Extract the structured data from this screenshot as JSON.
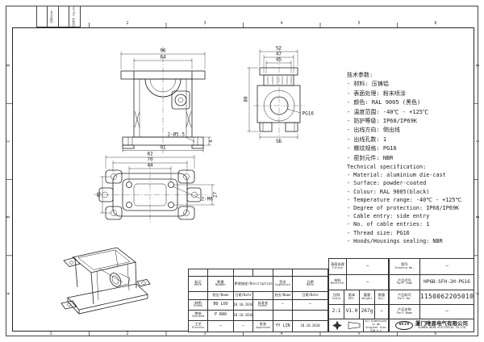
{
  "frame": {
    "zone_numbers": [
      "1",
      "2",
      "3",
      "4",
      "5",
      "6"
    ],
    "zone_letters": [
      "D",
      "C",
      "B",
      "A"
    ],
    "corner_cells": [
      "",
      "日期/Date",
      "",
      "更改单号 Chg.Doc"
    ]
  },
  "notes_cn": {
    "title": "技术参数:",
    "lines": [
      "- 材料: 压铸铝",
      "- 表面处理: 粉末喷涂",
      "- 颜色: RAL 9005 (黑色)",
      "- 温度范围: -40℃ - +125℃",
      "- 防护等级: IP68/IP69K",
      "- 出线方向: 侧出线",
      "- 出线孔数: 1",
      "- 螺纹规格: PG16",
      "- 密封元件: NBR"
    ]
  },
  "notes_en": {
    "title": "Technical specification:",
    "lines": [
      "- Material: aluminium die-cast",
      "- Surface: powder-coated",
      "- Colour: RAL 9005(black)",
      "- Temperature range: -40℃ - +125℃",
      "- Degree of protection: IP68/IP69K",
      "- Cable entry: side entry",
      "- No. of cable entries: 1",
      "- Thread size: PG16",
      "- Hoods/Housings sealing: NBR"
    ]
  },
  "dims": {
    "front": {
      "w_outer": "96",
      "w_inner": "64",
      "holes": "2-Ø5.5",
      "w_base": "91",
      "h_base": "8"
    },
    "side": {
      "w1": "52",
      "w2": "47",
      "w3": "45",
      "h": "80",
      "w_base": "56",
      "thread": "PG16"
    },
    "top": {
      "w_outer": "82",
      "w_mid": "70",
      "w_screws": "44",
      "h_left": "45",
      "h_right": "27",
      "screws": "2-M6"
    }
  },
  "titleblock": {
    "header": {
      "mark": "标记",
      "mark_en": "Mark",
      "number": "数量",
      "number_en": "Number",
      "description": "更改描述/Description",
      "signature": "签名",
      "signature_en": "Signature",
      "date": "日期",
      "date_en": "Date",
      "name_sub": "姓名/Name",
      "date_sub": "日期/Date"
    },
    "rows": {
      "drawn": "制图",
      "drawn_en": "Drawn",
      "drawn_name": "BQ LUO",
      "drawn_date": "18.10.2010",
      "checked": "审核",
      "checked_en": "Checked",
      "checked_name": "P RAO",
      "checked_date": "18.10.2010",
      "process": "工艺",
      "process_en": "Process",
      "process_name": "–",
      "process_date": "–",
      "stand": "标准化",
      "stand_en": "Stand.",
      "stand_name": "–",
      "stand_date": "–",
      "approved": "批准",
      "approved_en": "Approved",
      "approved_name": "YY LIN",
      "approved_date": "18.10.2010"
    },
    "finish": "表面处理",
    "finish_en": "Finish",
    "finish_value": "–",
    "material": "材料",
    "material_en": "Material",
    "material_value": "–",
    "scale": "比例",
    "scale_en": "Scale",
    "scale_value": "2:1",
    "rev": "版本",
    "rev_en": "REV.",
    "rev_value": "V1.0",
    "weight": "重量",
    "weight_en": "Weight",
    "weight_value": "267g",
    "qty": "数量",
    "qty_en": "Qty.",
    "qty_value": "–",
    "dims_note1": "All Dimensions in mm",
    "dims_note2": "Original Size DIN A 4",
    "drawingno": "图号",
    "drawingno_en": "Drawing No.",
    "drawingno_value": "–",
    "partcode": "产品代号",
    "partcode_en": "Part Code",
    "partcode_value": "HP6B-SFH-2H-PG16",
    "partno": "产品料号",
    "partno_en": "Part No.",
    "partno_value": "1150062205010",
    "partname": "产品名称",
    "partname_en": "Part Name",
    "partname_value": "–",
    "logo": "WAIN",
    "company_cn": "厦门唯恩电气有限公司",
    "company_en": "XIAMEN WAIN ELECTRICAL CO.LTD"
  }
}
